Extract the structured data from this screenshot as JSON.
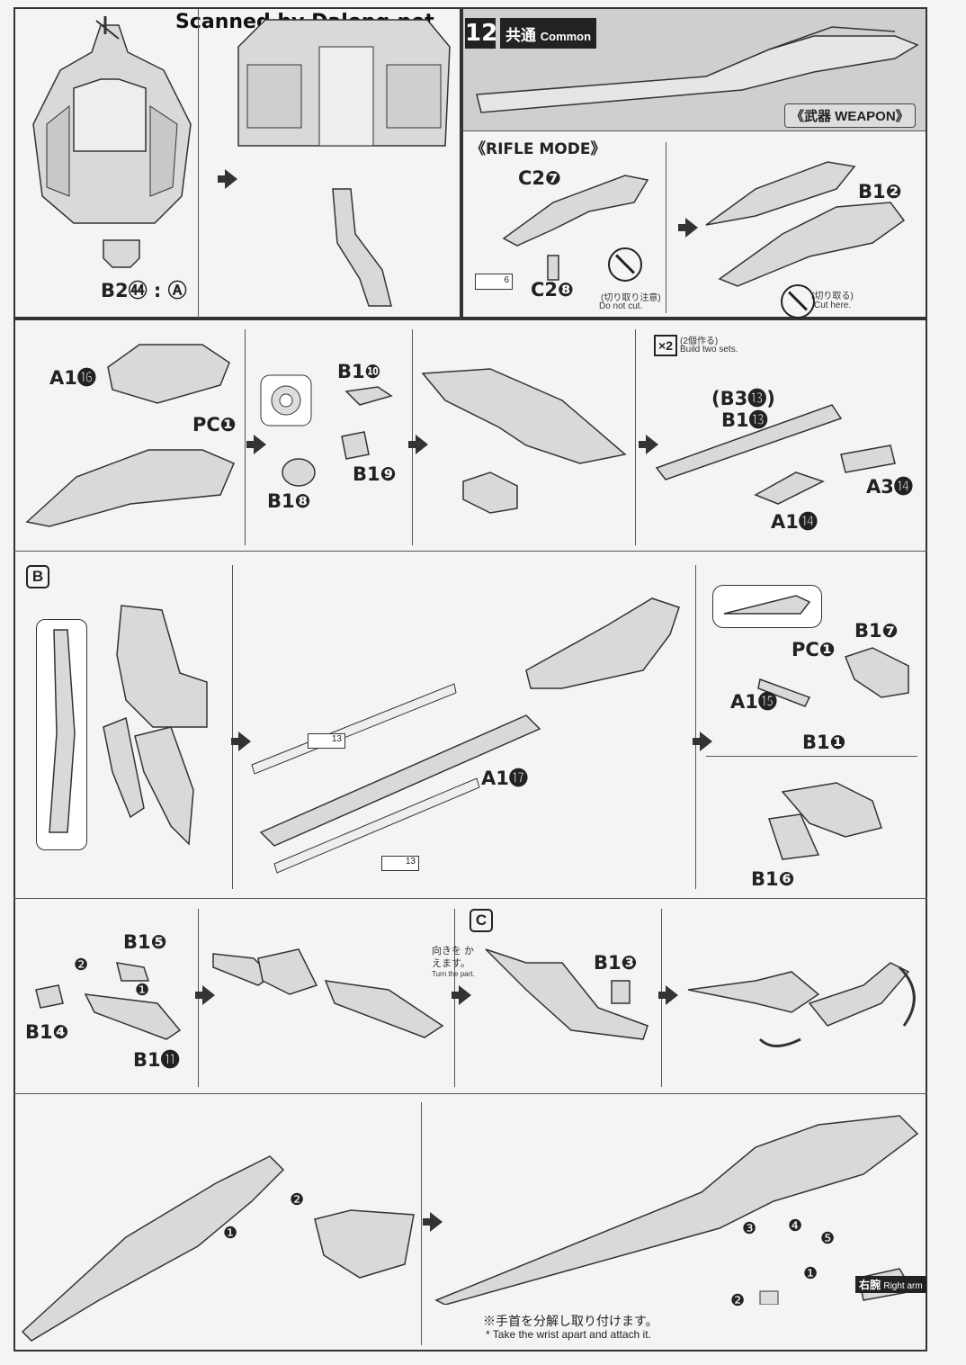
{
  "watermark": "Scanned by Dalong.net",
  "step": {
    "number": "12",
    "title": "共通",
    "title_en": "Common",
    "weapon_label": "《武器 WEAPON》",
    "mode_label": "《RIFLE MODE》"
  },
  "top_left": {
    "part_label": "B2㊹ : Ⓐ"
  },
  "rifle_mode": {
    "c2_7": "C2❼",
    "c2_8": "C2❽",
    "b1_2": "B1❷",
    "do_not_cut_jp": "(切り取り注意)",
    "do_not_cut_en": "Do not cut.",
    "cut_here_jp": "(切り取る)",
    "cut_here_en": "Cut here.",
    "sticker_no": "6"
  },
  "row2": {
    "a1_16": "A1⓰",
    "pc1": "PC❶",
    "b1_10": "B1❿",
    "b1_9": "B1❾",
    "b1_8": "B1❽",
    "build_two_jp": "(2個作る)",
    "build_two_en": "Build two sets.",
    "x2": "×2",
    "b3_13": "(B3⓭)",
    "b1_13": "B1⓭",
    "a3_14": "A3⓮",
    "a1_14": "A1⓮"
  },
  "row3": {
    "label_b": "B",
    "a1_17": "A1⓱",
    "sticker_13a": "13",
    "sticker_13b": "13",
    "b1_7": "B1❼",
    "pc1": "PC❶",
    "a1_15": "A1⓯",
    "b1_1": "B1❶",
    "b1_6": "B1❻"
  },
  "row4": {
    "b1_5": "B1❺",
    "b1_4": "B1❹",
    "b1_11": "B1⓫",
    "num2": "❷",
    "num1": "❶",
    "label_c": "C",
    "turn_jp": "向きを かえます。",
    "turn_en": "Turn the part.",
    "b1_3": "B1❸"
  },
  "row5": {
    "n1": "❶",
    "n2": "❷",
    "steps": [
      "❸",
      "❹",
      "❺",
      "❶",
      "❷"
    ],
    "right_arm_jp": "右腕",
    "right_arm_en": "Right arm",
    "footnote_jp": "※手首を分解し取り付けます。",
    "footnote_en": "* Take the wrist apart and attach it."
  }
}
